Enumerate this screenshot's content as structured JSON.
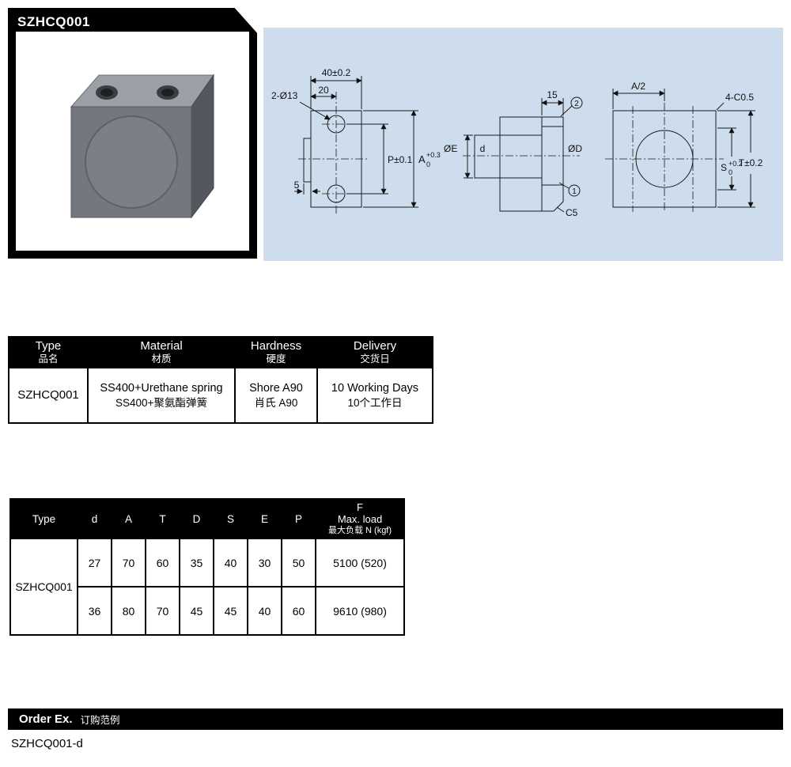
{
  "colors": {
    "panel_blue": "#cdddee",
    "bar_black": "#000000"
  },
  "header": {
    "model": "SZHCQ001"
  },
  "drawing": {
    "front": {
      "dim_width": "40±0.2",
      "dim_half": "20",
      "holes": "2-Ø13",
      "dim_pitch": "P±0.1",
      "dim_a": "A",
      "dim_a_sup": "+0.3",
      "dim_a_sub": "0",
      "dim_plate": "5"
    },
    "side": {
      "dim_15": "15",
      "label_e": "ØE",
      "label_d": "d",
      "label_big_d": "ØD",
      "chamfer": "C5",
      "balloon_1": "1",
      "balloon_2": "2"
    },
    "end": {
      "dim_half_a": "A/2",
      "chamfer": "4-C0.5",
      "dim_t": "T±0.2",
      "dim_s": "S",
      "dim_s_sup": "+0.2",
      "dim_s_sub": "0"
    }
  },
  "spec_table": {
    "headers": {
      "type_en": "Type",
      "type_zh": "品名",
      "material_en": "Material",
      "material_zh": "材质",
      "hardness_en": "Hardness",
      "hardness_zh": "硬度",
      "delivery_en": "Delivery",
      "delivery_zh": "交货日"
    },
    "row": {
      "type": "SZHCQ001",
      "material_en": "SS400+Urethane spring",
      "material_zh": "SS400+聚氨酯弹簧",
      "hardness_en": "Shore A90",
      "hardness_zh": "肖氏 A90",
      "delivery_en": "10 Working Days",
      "delivery_zh": "10个工作日"
    }
  },
  "dim_table": {
    "headers": {
      "type": "Type",
      "d": "d",
      "a": "A",
      "t": "T",
      "dd": "D",
      "s": "S",
      "e": "E",
      "p": "P",
      "f1": "F",
      "f2": "Max. load",
      "f3": "最大负载 N (kgf)"
    },
    "type": "SZHCQ001",
    "rows": [
      {
        "d": "27",
        "a": "70",
        "t": "60",
        "dd": "35",
        "s": "40",
        "e": "30",
        "p": "50",
        "f": "5100 (520)"
      },
      {
        "d": "36",
        "a": "80",
        "t": "70",
        "dd": "45",
        "s": "45",
        "e": "40",
        "p": "60",
        "f": "9610 (980)"
      }
    ]
  },
  "order": {
    "label_en": "Order Ex.",
    "label_zh": "订购范例",
    "example": "SZHCQ001-d"
  }
}
